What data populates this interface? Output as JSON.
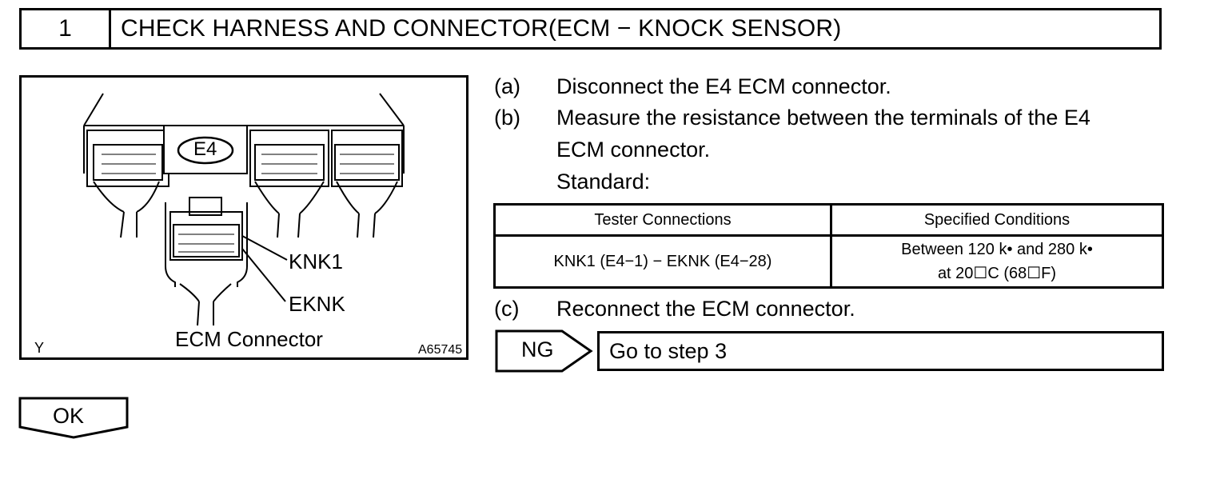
{
  "header": {
    "step_number": "1",
    "title": "CHECK HARNESS AND CONNECTOR(ECM − KNOCK SENSOR)"
  },
  "illustration": {
    "connector_label": "E4",
    "callouts": [
      "KNK1",
      "EKNK"
    ],
    "caption": "ECM Connector",
    "corner_mark": "Y",
    "figure_id": "A65745"
  },
  "steps": [
    {
      "label": "(a)",
      "lines": [
        "Disconnect the E4 ECM connector."
      ]
    },
    {
      "label": "(b)",
      "lines": [
        "Measure the resistance between the terminals of the E4",
        "ECM connector.",
        "Standard:"
      ]
    },
    {
      "label": "(c)",
      "lines": [
        "Reconnect the ECM connector."
      ]
    }
  ],
  "spec_table": {
    "headers": [
      "Tester Connections",
      "Specified Conditions"
    ],
    "rows": [
      {
        "connection": "KNK1 (E4−1) − EKNK (E4−28)",
        "condition_line1": "Between 120 k•   and 280 k•",
        "condition_line2": "at 20☐C (68☐F)"
      }
    ]
  },
  "results": {
    "ng_label": "NG",
    "ng_action": "Go to step 3",
    "ok_label": "OK"
  }
}
